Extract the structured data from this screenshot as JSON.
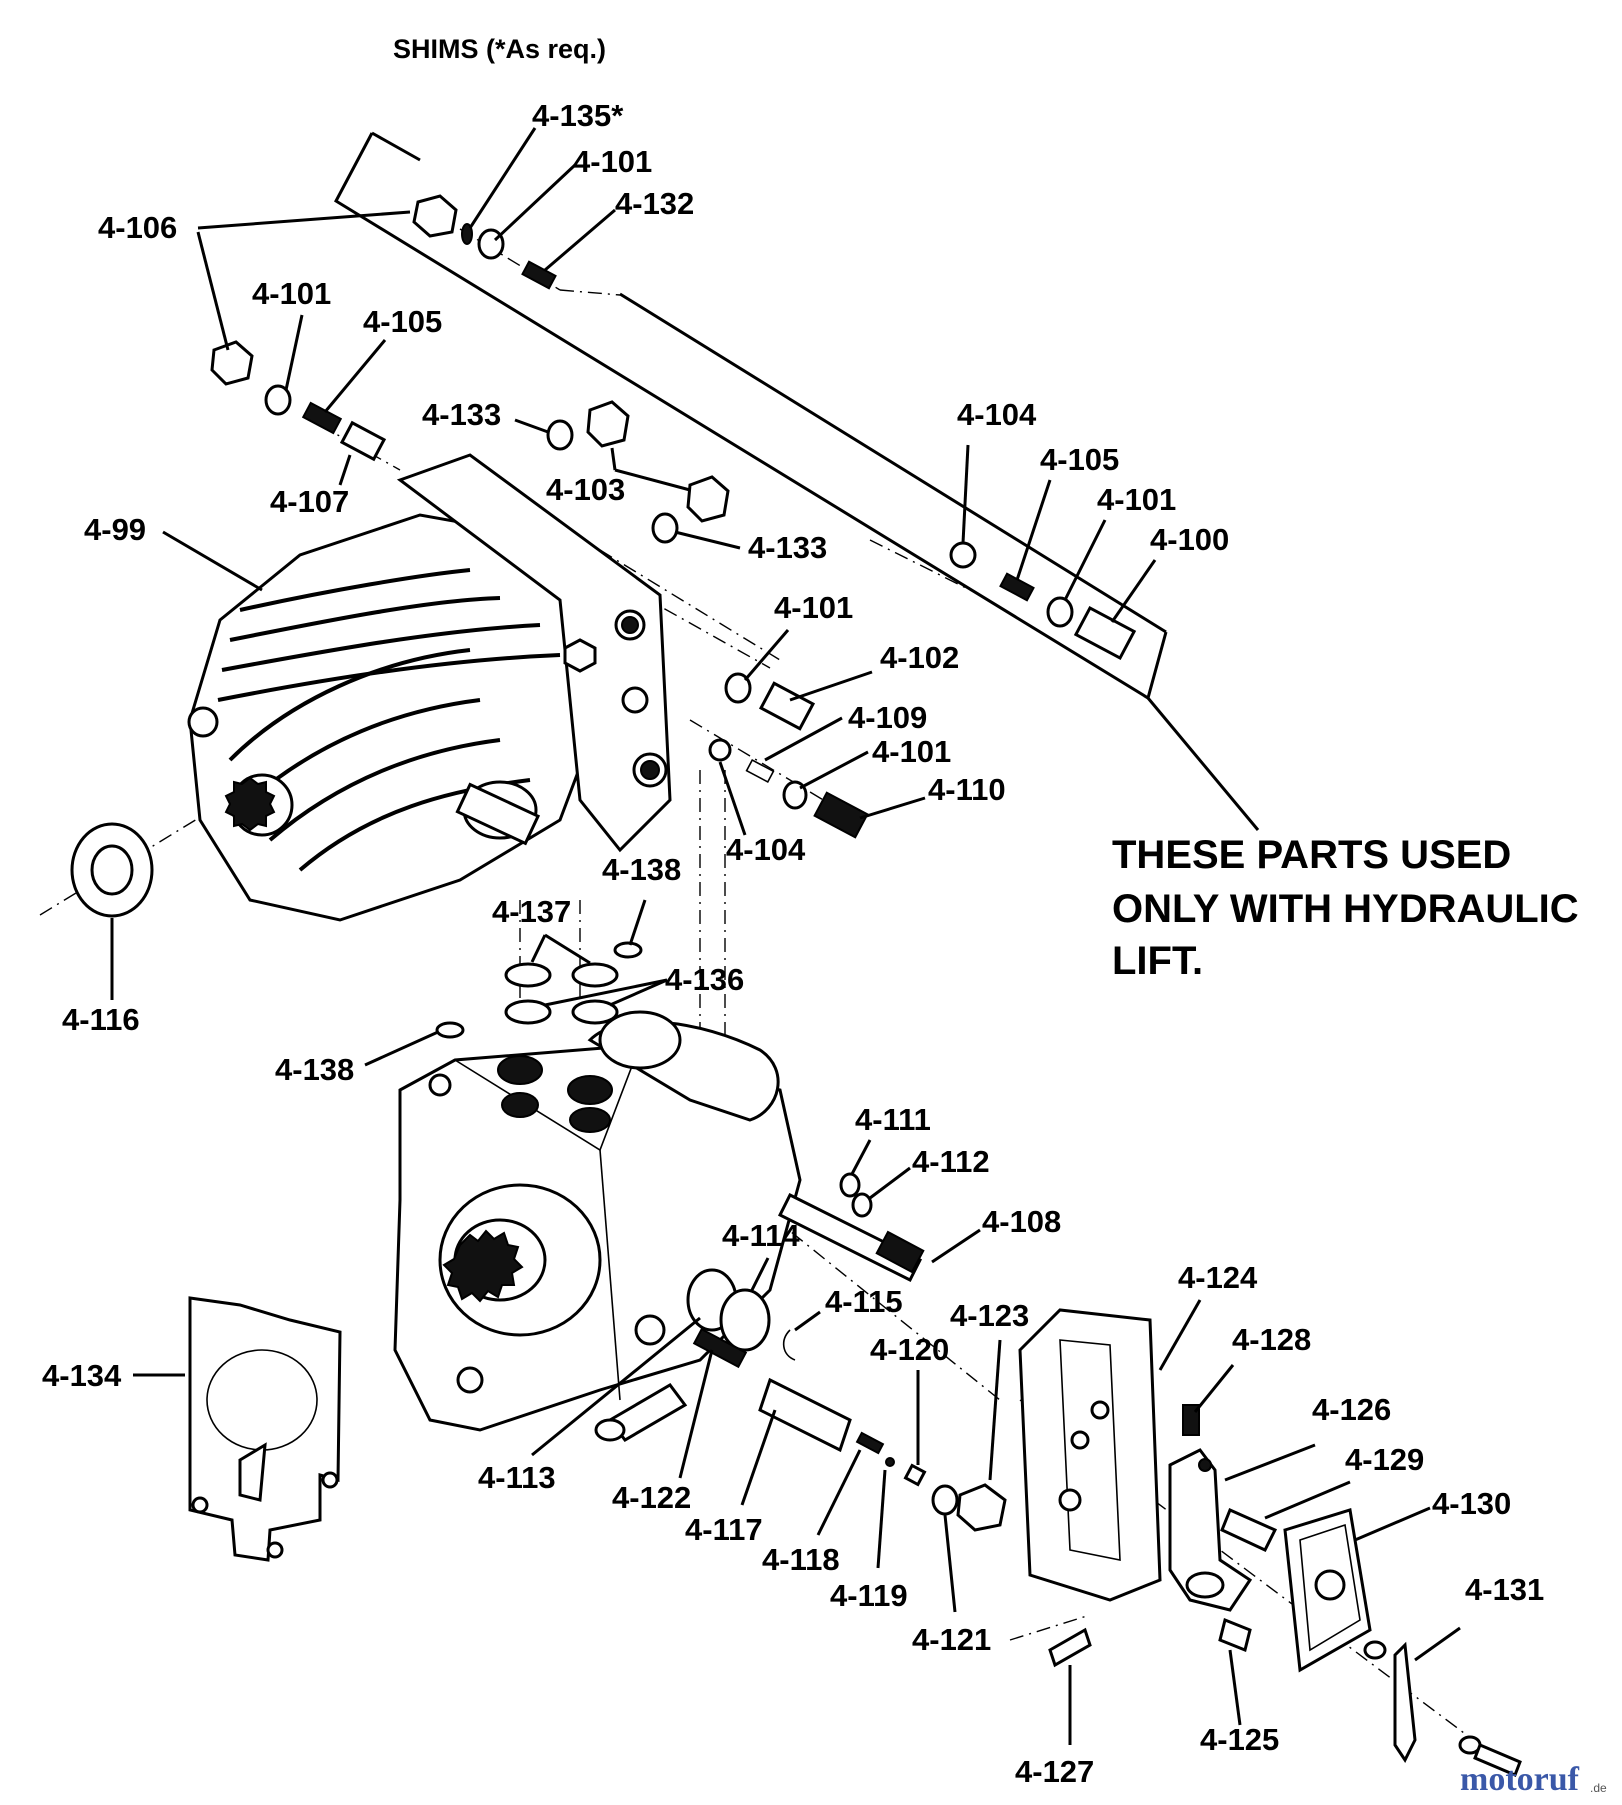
{
  "header": {
    "shims_note": "SHIMS (*As req.)"
  },
  "note": {
    "line1": "THESE PARTS USED",
    "line2": "ONLY WITH HYDRAULIC",
    "line3": "LIFT."
  },
  "watermark": {
    "brand": "motoruf",
    "domain": ".de"
  },
  "callouts": [
    "4-135*",
    "4-101",
    "4-132",
    "4-106",
    "4-101",
    "4-105",
    "4-133",
    "4-107",
    "4-103",
    "4-104",
    "4-105",
    "4-101",
    "4-100",
    "4-99",
    "4-133",
    "4-101",
    "4-102",
    "4-109",
    "4-101",
    "4-110",
    "4-104",
    "4-138",
    "4-137",
    "4-136",
    "4-116",
    "4-138",
    "4-111",
    "4-112",
    "4-108",
    "4-114",
    "4-115",
    "4-123",
    "4-124",
    "4-128",
    "4-120",
    "4-126",
    "4-129",
    "4-130",
    "4-134",
    "4-113",
    "4-122",
    "4-117",
    "4-118",
    "4-119",
    "4-121",
    "4-131",
    "4-127",
    "4-125"
  ]
}
